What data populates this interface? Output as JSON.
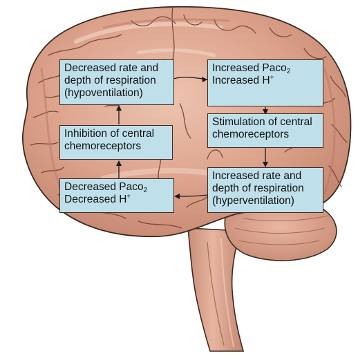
{
  "boxes": {
    "hypoventilation": {
      "line1": "Decreased rate and",
      "line2": "depth of respiration",
      "line3": "(hypoventilation)"
    },
    "increased_gases": {
      "line1_main": "Increased Paco",
      "line1_sub": "2",
      "line2_main": "Increased H",
      "line2_sup": "+"
    },
    "inhibition": {
      "line1": "Inhibition of central",
      "line2": "chemoreceptors"
    },
    "stimulation": {
      "line1": "Stimulation of central",
      "line2": "chemoreceptors"
    },
    "decreased_gases": {
      "line1_main": "Decreased Paco",
      "line1_sub": "2",
      "line2_main": "Decreased H",
      "line2_sup": "+"
    },
    "hyperventilation": {
      "line1": "Increased rate and",
      "line2": "depth of respiration",
      "line3": "(hyperventilation)"
    }
  },
  "colors": {
    "box_fill": "#bfe0ea",
    "brain": "#d9a08b",
    "brain_shadow": "#b97a66",
    "outline": "#3a2a22"
  }
}
